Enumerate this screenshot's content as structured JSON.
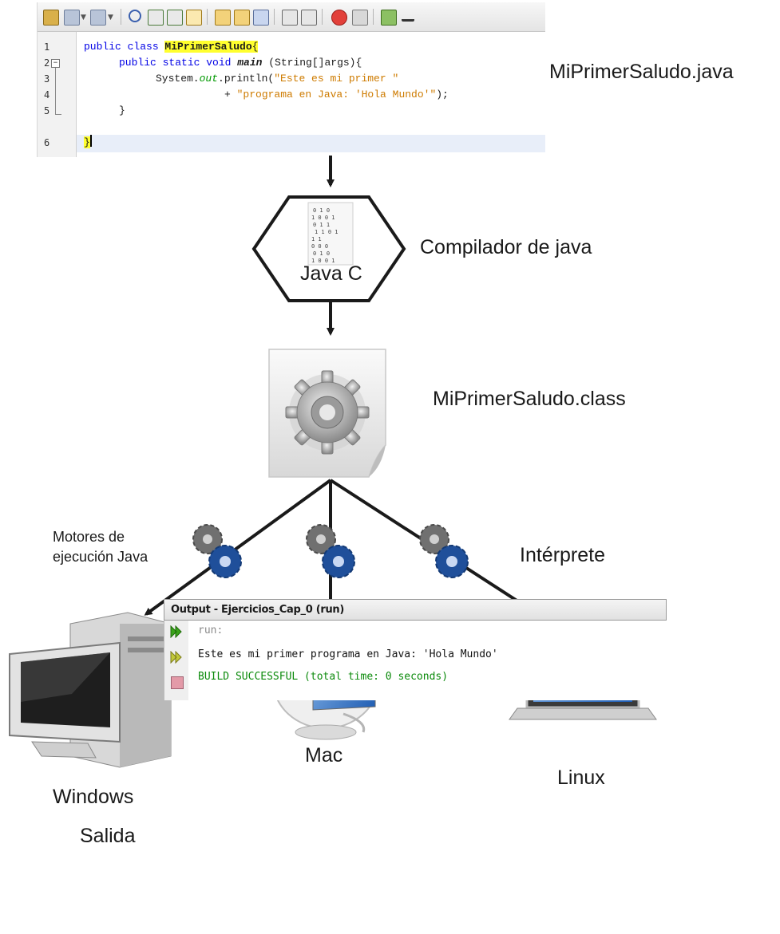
{
  "editor": {
    "line_numbers": [
      "1",
      "2",
      "3",
      "4",
      "5",
      "6"
    ],
    "code": {
      "l1_kw": "public class ",
      "l1_name": "MiPrimerSaludo",
      "l1_brace": "{",
      "l2_kw": "public static void ",
      "l2_method": "main",
      "l2_rest": " (String[]args){",
      "l3_a": "System.",
      "l3_field": "out",
      "l3_b": ".println(",
      "l3_str": "\"Este es mi primer \"",
      "l4_plus": "+ ",
      "l4_str": "\"programa en Java: 'Hola Mundo'\"",
      "l4_end": ");",
      "l5": "}",
      "l6": "}"
    }
  },
  "labels": {
    "source_file": "MiPrimerSaludo.java",
    "compiler_box": "Java C",
    "compiler": "Compilador de java",
    "class_file": "MiPrimerSaludo.class",
    "engines": "Motores de\nejecución Java",
    "interpreter": "Intérprete",
    "windows": "Windows",
    "mac": "Mac",
    "linux": "Linux",
    "output_label": "Salida"
  },
  "output": {
    "title": "Output - Ejercicios_Cap_0 (run)",
    "lines": [
      "run:",
      "Este es mi primer programa en Java: 'Hola Mundo'",
      "BUILD SUCCESSFUL (total time: 0 seconds)"
    ],
    "colors": {
      "run": "#8a8a8a",
      "text": "#111111",
      "success": "#0b8a0b"
    }
  },
  "colors": {
    "keyword": "#0000e6",
    "string": "#ce7b00",
    "field": "#009900",
    "highlight": "#ffff2e",
    "arrow": "#1a1a1a",
    "gear_gray": "#6e6e6e",
    "gear_blue": "#1f4f9a"
  },
  "icons": [
    "binary-document-icon",
    "class-file-gear-icon",
    "gear-pair-icon",
    "windows-pc-icon",
    "imac-icon",
    "laptop-icon",
    "run-icon",
    "stop-icon"
  ]
}
